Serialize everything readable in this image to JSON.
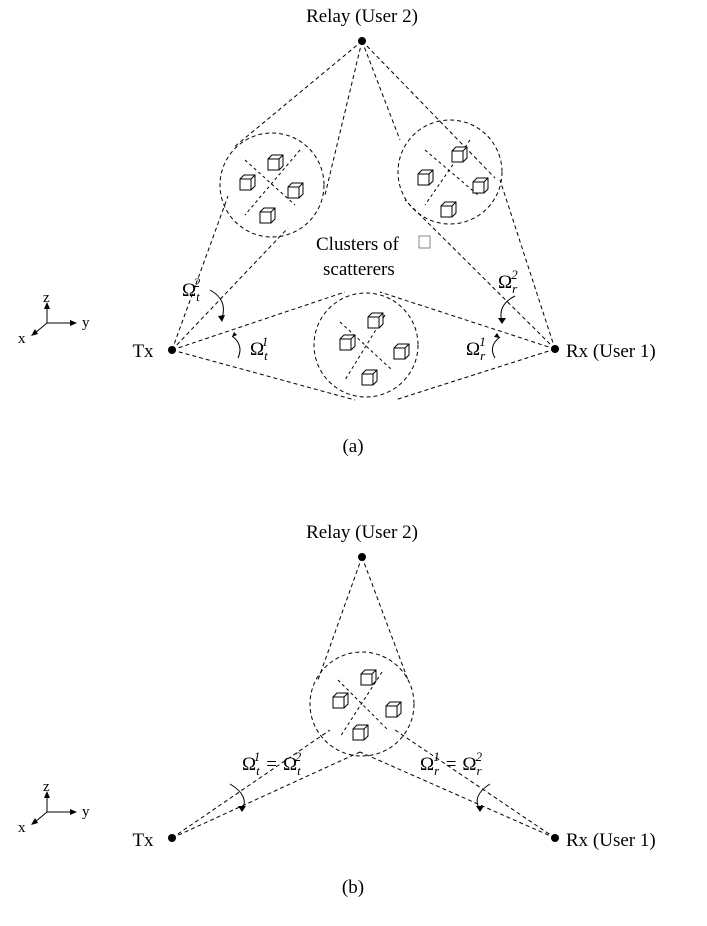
{
  "panel_a": {
    "relay_label": "Relay (User 2)",
    "tx_label": "Tx",
    "rx_label": "Rx (User 1)",
    "clusters_line1": "Clusters of",
    "clusters_line2": "scatterers",
    "angle_t2": {
      "base": "Ω",
      "sub": "t",
      "sup": "2"
    },
    "angle_r2": {
      "base": "Ω",
      "sub": "r",
      "sup": "2"
    },
    "angle_t1": {
      "base": "Ω",
      "sub": "t",
      "sup": "1"
    },
    "angle_r1": {
      "base": "Ω",
      "sub": "r",
      "sup": "1"
    },
    "caption": "(a)"
  },
  "panel_b": {
    "relay_label": "Relay (User 2)",
    "tx_label": "Tx",
    "rx_label": "Rx (User 1)",
    "angle_t": {
      "base": "Ω",
      "sub1": "t",
      "sup1": "1",
      "eq": "=",
      "base2": "Ω",
      "sub2": "t",
      "sup2": "2"
    },
    "angle_r": {
      "base": "Ω",
      "sub1": "r",
      "sup1": "1",
      "eq": "=",
      "base2": "Ω",
      "sub2": "r",
      "sup2": "2"
    },
    "caption": "(b)"
  },
  "axes": {
    "z": "z",
    "y": "y",
    "x": "x"
  }
}
